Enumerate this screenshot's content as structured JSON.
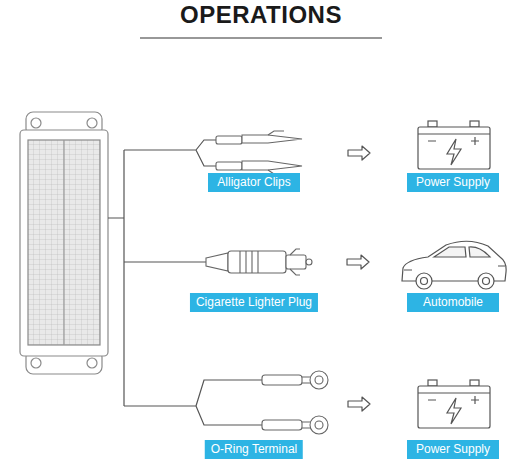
{
  "diagram": {
    "title": "OPERATIONS",
    "nodes": [
      {
        "text": [
          "Alligator Clips"
        ]
      },
      {
        "text": [
          "Power Supply"
        ]
      },
      {
        "text": [
          "Cigarette Lighter Plug"
        ]
      },
      {
        "text": [
          "Automobile"
        ]
      },
      {
        "text": [
          "O-Ring Terminal"
        ]
      },
      {
        "text": [
          "Power Supply"
        ]
      }
    ],
    "edges": [
      {
        "from": 0,
        "to": 1,
        "arrow": "to"
      },
      {
        "from": 2,
        "to": 3,
        "arrow": "to"
      },
      {
        "from": 4,
        "to": 5,
        "arrow": "to"
      }
    ]
  }
}
